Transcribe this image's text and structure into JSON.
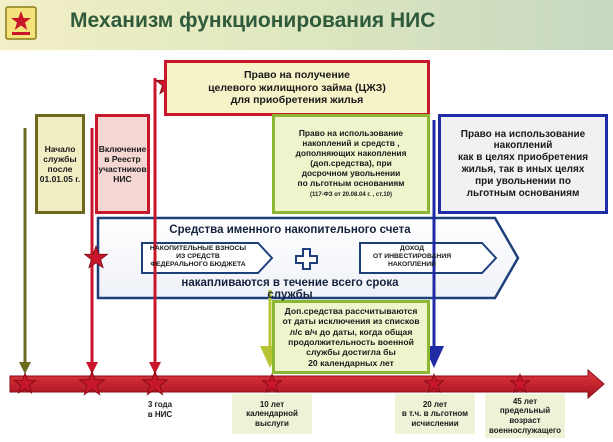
{
  "header": {
    "title": "Механизм функционирования НИС"
  },
  "boxes": {
    "zhz": "Право на получение\nцелевого жилищного займа (ЦЖЗ)\nдля приобретения жилья",
    "start": "Начало\nслужбы\nпосле\n01.01.05 г.",
    "registry": "Включение\nв Реестр\nучастников\nНИС",
    "additional": "Право на использование\nнакоплений  и средств ,\nдополняющих накопления\n(доп.средства), при\nдосрочном увольнении\nпо льготным основаниям",
    "additional_note": "(117-ФЗ от 20.08.04 г. , ст.10)",
    "any_purpose": "Право на использование\nнакоплений\nкак в целях приобретения\nжилья, так в иных целях\nпри увольнении по\nльготным основаниям",
    "calc": "Доп.средства  рассчитываются\nот даты исключения из списков\nл/с в/ч до даты, когда общая\nпродолжительность военной\nслужбы  достигла бы\n20  календарных лет"
  },
  "savings_arrow": {
    "title": "Средства именного накопительного счета",
    "left_inner": "НАКОПИТЕЛЬНЫЕ ВЗНОСЫ\nИЗ СРЕДСТВ\nФЕДЕРАЛЬНОГО БЮДЖЕТА",
    "right_inner": "ДОХОД\nОТ ИНВЕСТИРОВАНИЯ\nНАКОПЛЕНИЙ",
    "bottom": "накапливаются в течение всего срока службы"
  },
  "timeline": {
    "label_3y": "3 года\nв НИС",
    "label_10y": "10 лет\nкалендарной\nвыслуги",
    "label_20y": "20 лет\nв т.ч. в льготном\nисчислении",
    "label_45y": "45 лет\nпредельный\nвозраст\nвоеннослужащего"
  },
  "colors": {
    "title": "#2f5a3c",
    "red": "#c8162b",
    "olive": "#6d6a1e",
    "green": "#8cb733",
    "navy": "#1f2aa5",
    "timeline_green": "#b5c534"
  }
}
